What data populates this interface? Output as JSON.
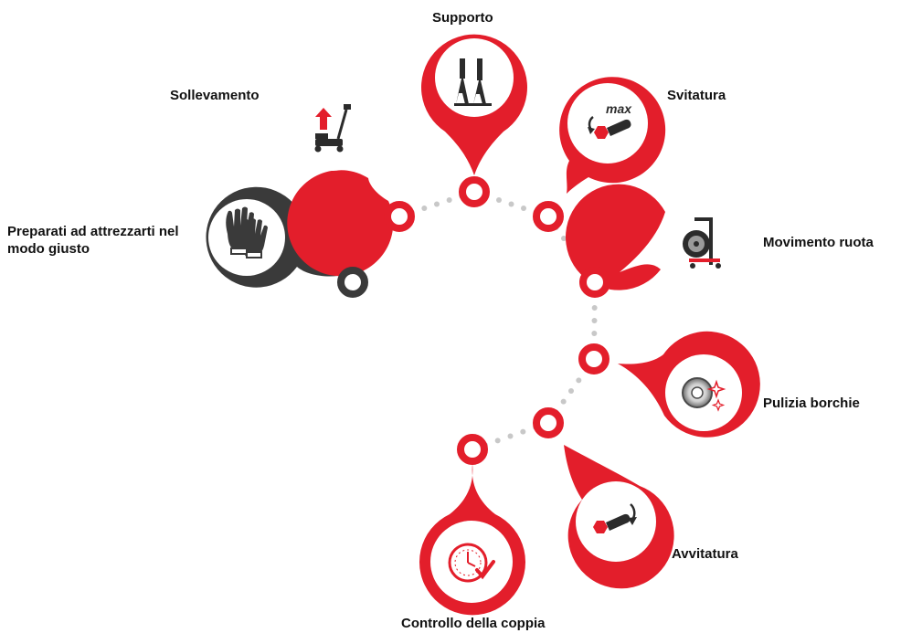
{
  "colors": {
    "accent": "#e31e2b",
    "dark": "#3a3a3a",
    "dots": "#c8c8c8",
    "icon_bg": "#ffffff"
  },
  "steps": [
    {
      "id": "prepare",
      "label": "Preparati ad attrezzarti nel modo giusto",
      "icon": "gloves-icon",
      "color": "dark"
    },
    {
      "id": "lifting",
      "label": "Sollevamento",
      "icon": "floor-jack-icon",
      "color": "accent"
    },
    {
      "id": "support",
      "label": "Supporto",
      "icon": "axle-stands-icon",
      "color": "accent"
    },
    {
      "id": "unscrewing",
      "label": "Svitatura",
      "icon": "wrench-max-icon",
      "color": "accent",
      "icon_text": "max"
    },
    {
      "id": "wheel-movement",
      "label": "Movimento ruota",
      "icon": "wheel-dolly-icon",
      "color": "accent"
    },
    {
      "id": "hub-cleaning",
      "label": "Pulizia borchie",
      "icon": "hub-cleaning-icon",
      "color": "accent"
    },
    {
      "id": "screwing",
      "label": "Avvitatura",
      "icon": "wrench-tighten-icon",
      "color": "accent"
    },
    {
      "id": "torque-check",
      "label": "Controllo della coppia",
      "icon": "torque-check-icon",
      "color": "accent"
    }
  ]
}
